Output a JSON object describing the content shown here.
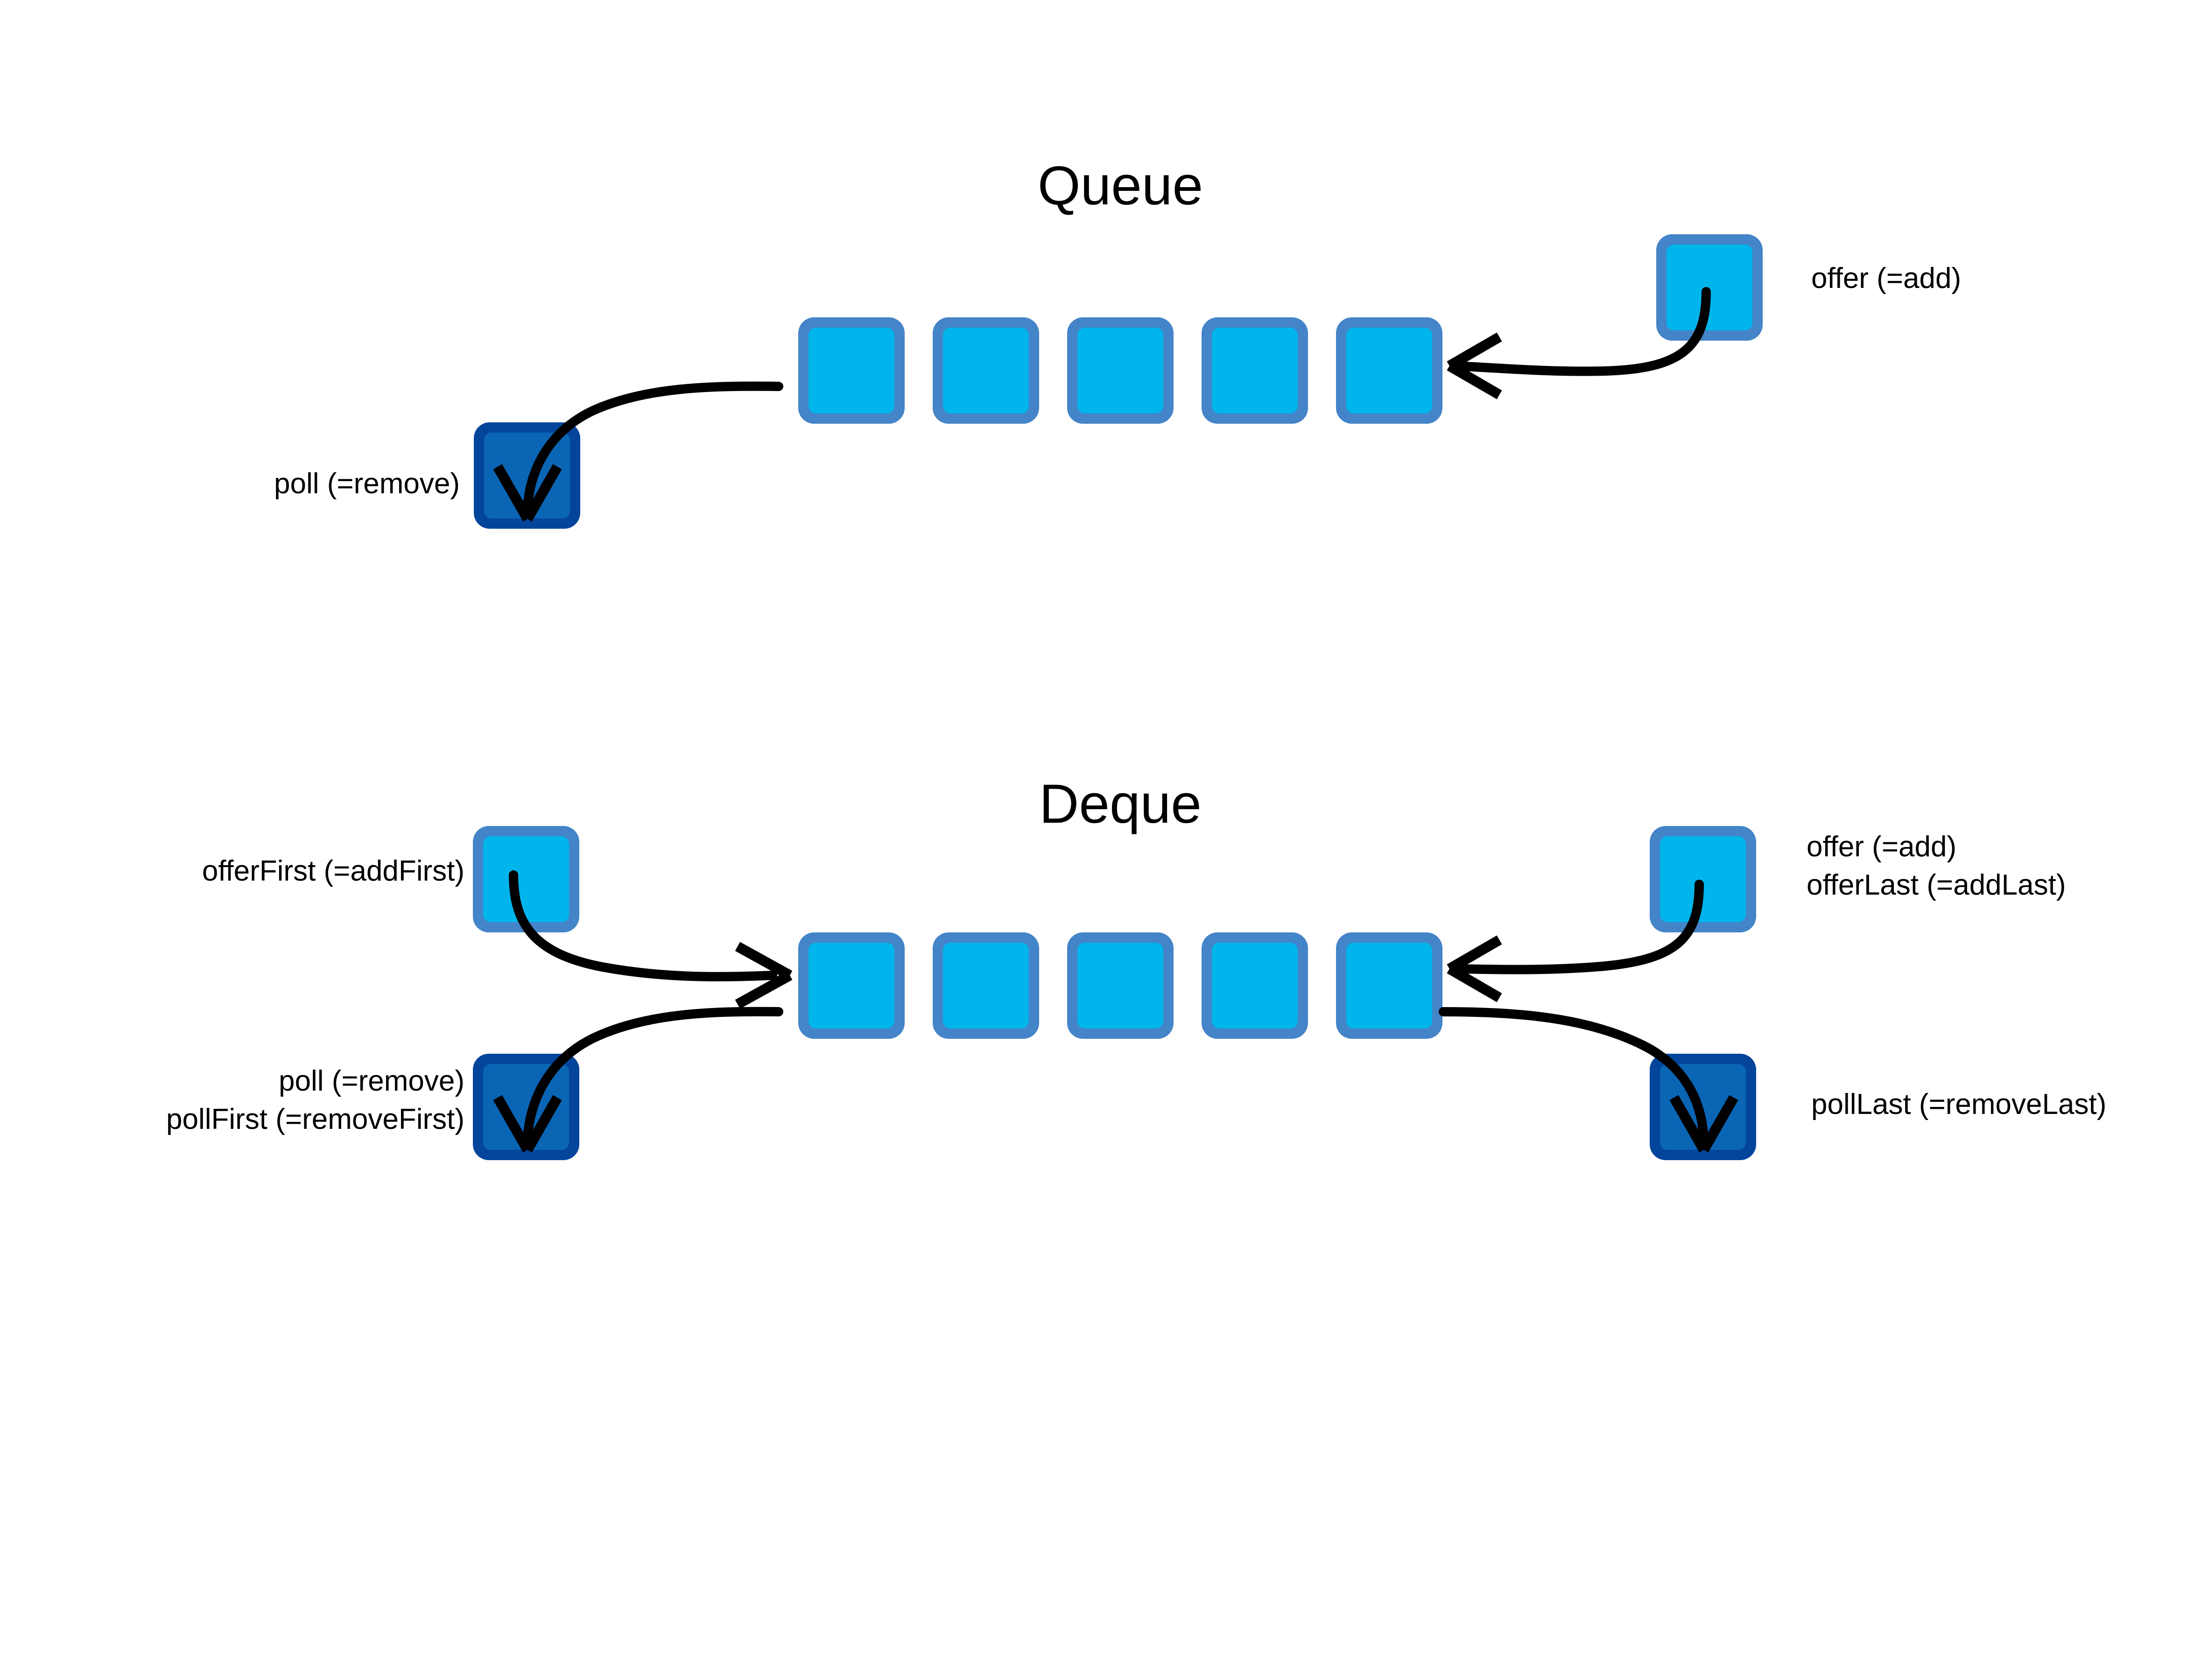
{
  "diagram": {
    "background_color": "#ffffff",
    "text_color": "#000000",
    "arrow_color": "#000000",
    "palette": {
      "light_box_fill": "#00b5ec",
      "light_box_border": "#4484c8",
      "dark_box_fill": "#0a65b5",
      "dark_box_border": "#04459c"
    }
  },
  "sections": [
    {
      "id": "queue",
      "title": "Queue",
      "container_box_count": 5,
      "add_source": {
        "box_name": "offer-source-box",
        "box_style": "light",
        "labels": [
          "offer (=add)"
        ],
        "label_align": "left"
      },
      "remove_target": {
        "box_name": "poll-target-box",
        "box_style": "dark",
        "labels": [
          "poll (=remove)"
        ],
        "label_align": "right"
      },
      "arrows": [
        {
          "name": "offer-arrow",
          "from": "offer-source-box",
          "to": "queue-container-right"
        },
        {
          "name": "poll-arrow",
          "from": "queue-container-left",
          "to": "poll-target-box"
        }
      ]
    },
    {
      "id": "deque",
      "title": "Deque",
      "container_box_count": 5,
      "left_add_source": {
        "box_name": "offerfirst-source-box",
        "box_style": "light",
        "labels": [
          "offerFirst (=addFirst)"
        ],
        "label_align": "right"
      },
      "left_remove_target": {
        "box_name": "pollfirst-target-box",
        "box_style": "dark",
        "labels": [
          "poll (=remove)",
          "pollFirst (=removeFirst)"
        ],
        "label_align": "right"
      },
      "right_add_source": {
        "box_name": "offerlast-source-box",
        "box_style": "light",
        "labels": [
          "offer (=add)",
          "offerLast (=addLast)"
        ],
        "label_align": "left"
      },
      "right_remove_target": {
        "box_name": "polllast-target-box",
        "box_style": "dark",
        "labels": [
          "pollLast (=removeLast)"
        ],
        "label_align": "left"
      },
      "arrows": [
        {
          "name": "offerfirst-arrow",
          "from": "offerfirst-source-box",
          "to": "deque-container-left"
        },
        {
          "name": "pollfirst-arrow",
          "from": "deque-container-left",
          "to": "pollfirst-target-box"
        },
        {
          "name": "offerlast-arrow",
          "from": "offerlast-source-box",
          "to": "deque-container-right"
        },
        {
          "name": "polllast-arrow",
          "from": "deque-container-right",
          "to": "polllast-target-box"
        }
      ]
    }
  ]
}
